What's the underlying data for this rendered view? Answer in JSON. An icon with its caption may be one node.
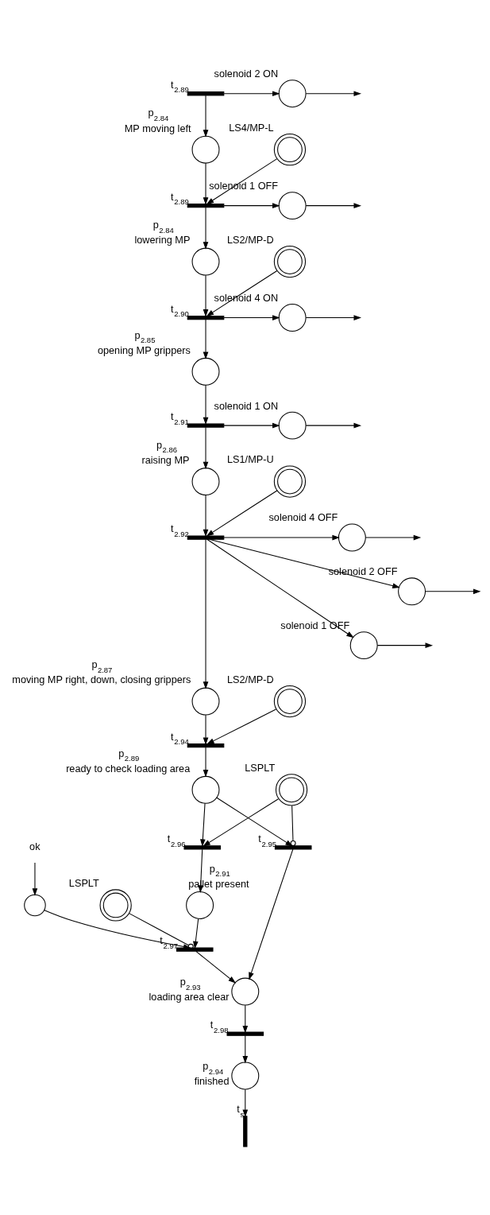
{
  "diagram": {
    "nodes": [
      {
        "text": [
          "t$_{2.89}$"
        ]
      },
      {
        "text": [
          "solenoid 2 ON"
        ]
      },
      {
        "text": [
          "p$_{2.84}$",
          "MP moving left"
        ]
      },
      {
        "text": [
          "LS4/MP-L"
        ]
      },
      {
        "text": [
          "t$_{2.89}$"
        ]
      },
      {
        "text": [
          "solenoid 1 OFF"
        ]
      },
      {
        "text": [
          "p$_{2.84}$",
          "lowering MP"
        ]
      },
      {
        "text": [
          "LS2/MP-D"
        ]
      },
      {
        "text": [
          "t$_{2.90}$"
        ]
      },
      {
        "text": [
          "solenoid 4 ON"
        ]
      },
      {
        "text": [
          "p$_{2.85}$",
          "opening MP grippers"
        ]
      },
      {
        "text": [
          "t$_{2.91}$"
        ]
      },
      {
        "text": [
          "solenoid 1 ON"
        ]
      },
      {
        "text": [
          "p$_{2.86}$",
          "raising MP"
        ]
      },
      {
        "text": [
          "LS1/MP-U"
        ]
      },
      {
        "text": [
          "t$_{2.92}$"
        ]
      },
      {
        "text": [
          "solenoid 4 OFF"
        ]
      },
      {
        "text": [
          "solenoid 2 OFF"
        ]
      },
      {
        "text": [
          "solenoid 1 OFF"
        ]
      },
      {
        "text": [
          "p$_{2.87}$",
          "moving MP right, down, closing grippers"
        ]
      },
      {
        "text": [
          "LS2/MP-D"
        ]
      },
      {
        "text": [
          "t$_{2.94}$"
        ]
      },
      {
        "text": [
          "p$_{2.89}$",
          "ready to check loading area"
        ]
      },
      {
        "text": [
          "LSPLT"
        ]
      },
      {
        "text": [
          "t$_{2.95}$"
        ]
      },
      {
        "text": [
          "t$_{2.96}$"
        ]
      },
      {
        "text": [
          "p$_{2.91}$",
          "pallet present"
        ]
      },
      {
        "text": [
          "LSPLT"
        ]
      },
      {
        "text": [],
        "shape": "circle"
      },
      {
        "text": [
          "ok"
        ]
      },
      {
        "text": [
          "t$_{2.97}$"
        ]
      },
      {
        "text": [
          "p$_{2.93}$",
          "loading area clear"
        ]
      },
      {
        "text": [
          "t$_{2.98}$"
        ]
      },
      {
        "text": [
          "p$_{2.94}$",
          "finished"
        ]
      },
      {
        "text": [
          "t$_{s}$"
        ]
      }
    ],
    "edges": [
      {
        "from": 0,
        "to": 1,
        "arrow": "to"
      },
      {
        "from": 1,
        "to": null,
        "arrow": "to"
      },
      {
        "from": 0,
        "to": 2,
        "arrow": "to"
      },
      {
        "from": 2,
        "to": 4,
        "arrow": "to"
      },
      {
        "from": 3,
        "to": 4,
        "arrow": "to"
      },
      {
        "from": 4,
        "to": 5,
        "arrow": "to"
      },
      {
        "from": 5,
        "to": null,
        "arrow": "to"
      },
      {
        "from": 4,
        "to": 6,
        "arrow": "to"
      },
      {
        "from": 6,
        "to": 8,
        "arrow": "to"
      },
      {
        "from": 7,
        "to": 8,
        "arrow": "to"
      },
      {
        "from": 8,
        "to": 9,
        "arrow": "to"
      },
      {
        "from": 9,
        "to": null,
        "arrow": "to"
      },
      {
        "from": 8,
        "to": 10,
        "arrow": "to"
      },
      {
        "from": 10,
        "to": 11,
        "arrow": "to"
      },
      {
        "from": 11,
        "to": 12,
        "arrow": "to"
      },
      {
        "from": 12,
        "to": null,
        "arrow": "to"
      },
      {
        "from": 11,
        "to": 13,
        "arrow": "to"
      },
      {
        "from": 13,
        "to": 15,
        "arrow": "to"
      },
      {
        "from": 14,
        "to": 15,
        "arrow": "to"
      },
      {
        "from": 15,
        "to": 16,
        "arrow": "to"
      },
      {
        "from": 16,
        "to": null,
        "arrow": "to"
      },
      {
        "from": 15,
        "to": 17,
        "arrow": "to"
      },
      {
        "from": 17,
        "to": null,
        "arrow": "to"
      },
      {
        "from": 15,
        "to": 18,
        "arrow": "to"
      },
      {
        "from": 18,
        "to": null,
        "arrow": "to"
      },
      {
        "from": 15,
        "to": 19,
        "arrow": "to"
      },
      {
        "from": 19,
        "to": 21,
        "arrow": "to"
      },
      {
        "from": 20,
        "to": 21,
        "arrow": "to"
      },
      {
        "from": 21,
        "to": 22,
        "arrow": "to"
      },
      {
        "from": 22,
        "to": 24,
        "arrow": "to"
      },
      {
        "from": 23,
        "to": 24,
        "arrow": "other"
      },
      {
        "from": 23,
        "to": 25,
        "arrow": "to"
      },
      {
        "from": 22,
        "to": 25,
        "arrow": "to"
      },
      {
        "from": 24,
        "to": 31,
        "arrow": "to"
      },
      {
        "from": 25,
        "to": 26,
        "arrow": "to"
      },
      {
        "from": 27,
        "to": 30,
        "arrow": "other"
      },
      {
        "from": 26,
        "to": 30,
        "arrow": "to"
      },
      {
        "from": 28,
        "to": 30,
        "arrow": "to"
      },
      {
        "from": 29,
        "to": 28,
        "arrow": "to"
      },
      {
        "from": 30,
        "to": 31,
        "arrow": "to"
      },
      {
        "from": 31,
        "to": 32,
        "arrow": "to"
      },
      {
        "from": 32,
        "to": 33,
        "arrow": "to"
      },
      {
        "from": 33,
        "to": 34,
        "arrow": "to"
      }
    ]
  }
}
